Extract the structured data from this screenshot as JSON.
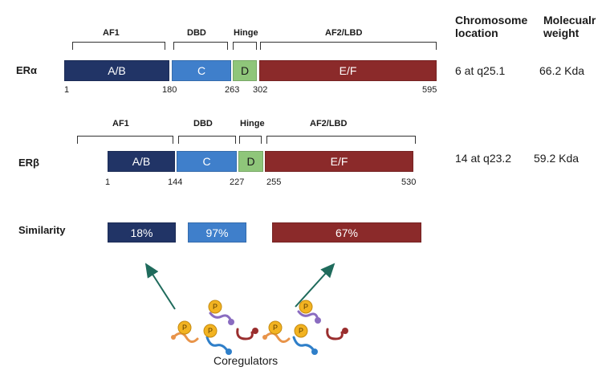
{
  "headers": {
    "chromosome_line1": "Chromosome",
    "chromosome_line2": "location",
    "weight_line1": "Molecualr",
    "weight_line2": "weight"
  },
  "er_alpha": {
    "label": "ERα",
    "domains": [
      "AF1",
      "DBD",
      "Hinge",
      "AF2/LBD"
    ],
    "segments": [
      "A/B",
      "C",
      "D",
      "E/F"
    ],
    "positions": [
      "1",
      "180",
      "263",
      "302",
      "595"
    ],
    "chromosome": "6 at q25.1",
    "weight": "66.2 Kda"
  },
  "er_beta": {
    "label": "ERβ",
    "domains": [
      "AF1",
      "DBD",
      "Hinge",
      "AF2/LBD"
    ],
    "segments": [
      "A/B",
      "C",
      "D",
      "E/F"
    ],
    "positions": [
      "1",
      "144",
      "227",
      "255",
      "530"
    ],
    "chromosome": "14 at q23.2",
    "weight": "59.2 Kda"
  },
  "similarity": {
    "label": "Similarity",
    "values": [
      "18%",
      "97%",
      "67%"
    ]
  },
  "coregulators": {
    "label": "Coregulators",
    "badge": "P"
  },
  "colors": {
    "ab": "#213466",
    "c": "#3f7fcb",
    "d": "#8fc67a",
    "ef": "#8b2a2a",
    "arrow": "#1f6b5c"
  }
}
